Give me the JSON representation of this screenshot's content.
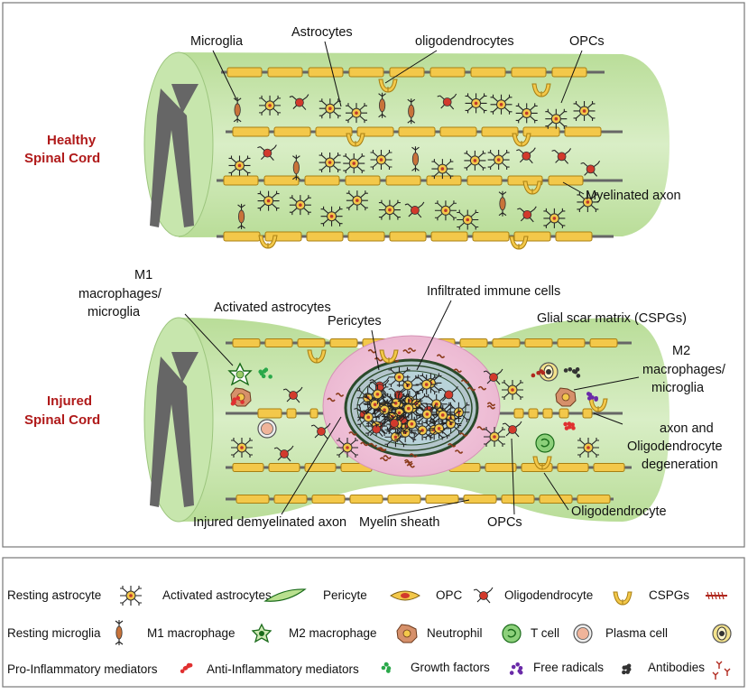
{
  "healthy": {
    "title_line1": "Healthy",
    "title_line2": "Spinal Cord",
    "labels": {
      "microglia": "Microglia",
      "astrocytes": "Astrocytes",
      "oligodendrocytes": "oligodendrocytes",
      "opcs": "OPCs",
      "myelinated_axon": "Myelinated axon"
    }
  },
  "injured": {
    "title_line1": "Injured",
    "title_line2": "Spinal Cord",
    "labels": {
      "m1_line1": "M1",
      "m1_line2": "macrophages/",
      "m1_line3": "microglia",
      "activated_astrocytes": "Activated astrocytes",
      "pericytes": "Pericytes",
      "infiltrated": "Infiltrated immune cells",
      "glial_scar": "Glial scar matrix (CSPGs)",
      "m2_line1": "M2",
      "m2_line2": "macrophages/",
      "m2_line3": "microglia",
      "degen_line1": "axon and",
      "degen_line2": "Oligodendrocyte",
      "degen_line3": "degeneration",
      "injured_axon": "Injured demyelinated axon",
      "myelin_sheath": "Myelin sheath",
      "opcs": "OPCs",
      "oligodendrocyte": "Oligodendrocyte"
    }
  },
  "legend": {
    "row1": [
      "Resting astrocyte",
      "Activated astrocytes",
      "Pericyte",
      "OPC",
      "Oligodendrocyte",
      "CSPGs"
    ],
    "row2": [
      "Resting microglia",
      "M1 macrophage",
      "M2 macrophage",
      "Neutrophil",
      "T cell",
      "Plasma cell"
    ],
    "row3": [
      "Pro-Inflammatory  mediators",
      "Anti-Inflammatory  mediators",
      "Growth factors",
      "Free radicals",
      "Antibodies"
    ]
  },
  "colors": {
    "tissue": "#cfe8b4",
    "myelin": "#f3c84a",
    "title_red": "#b01a1a",
    "lesion_pink": "#f2c6dc",
    "pro_inflammatory": "#e03030",
    "growth_factors": "#2aa84a",
    "free_radicals": "#6a2aa8",
    "antibodies": "#b0281e"
  }
}
